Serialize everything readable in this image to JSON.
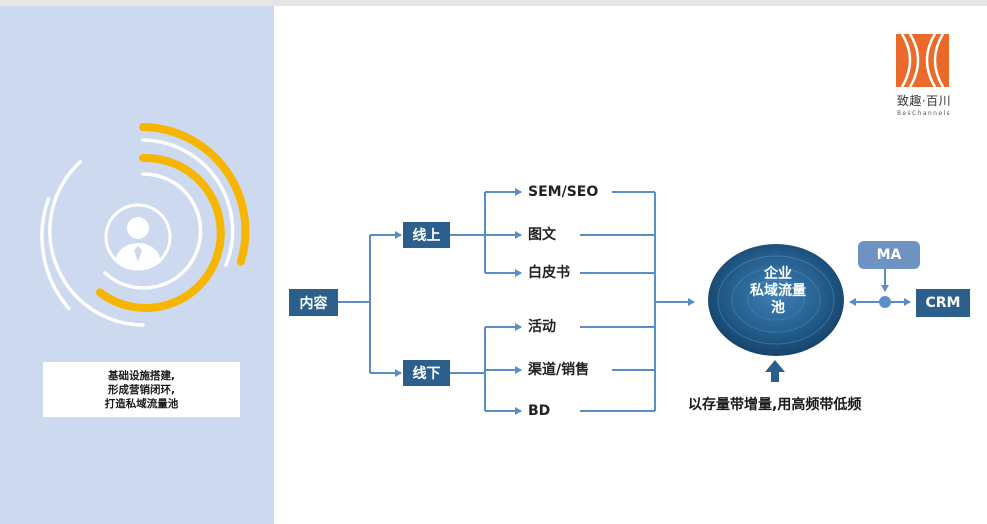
{
  "caption": {
    "lines": [
      "基础设施搭建,",
      "形成营销闭环,",
      "打造私域流量池"
    ]
  },
  "brand": {
    "name_cn": "致趣·百川",
    "name_en": "BesChannels"
  },
  "flow": {
    "root": "内容",
    "online": {
      "label": "线上",
      "items": [
        "SEM/SEO",
        "图文",
        "白皮书"
      ]
    },
    "offline": {
      "label": "线下",
      "items": [
        "活动",
        "渠道/销售",
        "BD"
      ]
    }
  },
  "pool": {
    "lines": [
      "企业",
      "私域流量",
      "池"
    ]
  },
  "ma_label": "MA",
  "crm_label": "CRM",
  "bottom_note": "以存量带增量,用高频带低频",
  "colors": {
    "panel": "#ccd9ef",
    "node": "#2d5f8d",
    "connector": "#5b8ec9",
    "accent_yellow": "#f7b500",
    "brand_orange": "#ea6a2a",
    "ma": "#6e93c2"
  },
  "icons": [
    "user-avatar-icon",
    "brand-logo-icon",
    "up-arrow-icon"
  ]
}
